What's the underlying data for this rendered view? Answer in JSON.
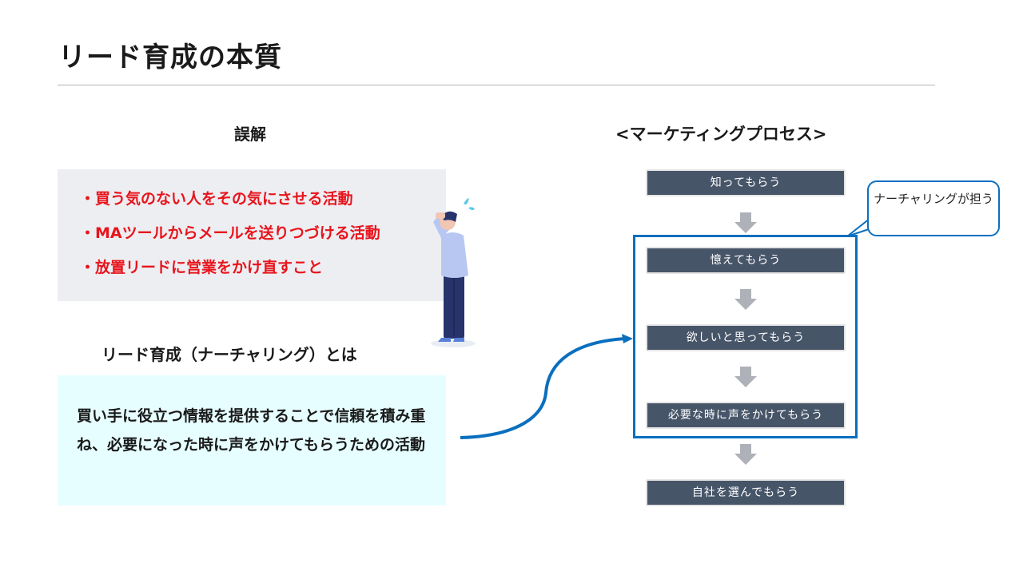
{
  "slide": {
    "title": "リード育成の本質"
  },
  "misconception": {
    "heading": "誤解",
    "items": [
      "・買う気のない人をその気にさせる活動",
      "・MAツールからメールを送りつづける活動",
      "・放置リードに営業をかけ直すこと"
    ],
    "text_color": "#e8141c",
    "box_color": "#edeef2"
  },
  "definition": {
    "heading": "リード育成（ナーチャリング）とは",
    "text": "買い手に役立つ情報を提供することで信頼を積み重ね、必要になった時に声をかけてもらうための活動",
    "box_color": "#e6feff"
  },
  "process": {
    "title": "<マーケティングプロセス>",
    "steps": [
      "知ってもらう",
      "憶えてもらう",
      "欲しいと思ってもらう",
      "必要な時に声をかけてもらう",
      "自社を選んでもらう"
    ],
    "step_color": "#475569",
    "frame_color": "#0a6fbe",
    "callout": "ナーチャリングが担う"
  },
  "illustration": {
    "icon": "confused-person-icon"
  }
}
